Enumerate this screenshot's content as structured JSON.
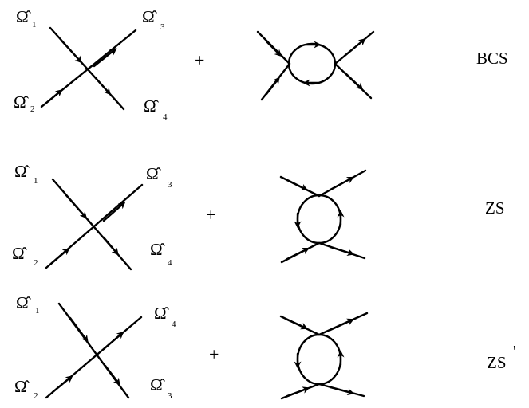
{
  "rows": [
    {
      "id": "bcs",
      "vertex_labels": {
        "top_left": "Ω̂",
        "top_left_sub": "1",
        "top_right": "Ω̂",
        "top_right_sub": "3",
        "bottom_left": "Ω̂",
        "bottom_left_sub": "2",
        "bottom_right": "Ω̂",
        "bottom_right_sub": "4"
      },
      "plus": "+",
      "channel": "BCS"
    },
    {
      "id": "zs",
      "vertex_labels": {
        "top_left": "Ω̂",
        "top_left_sub": "1",
        "top_right": "Ω̂",
        "top_right_sub": "3",
        "bottom_left": "Ω̂",
        "bottom_left_sub": "2",
        "bottom_right": "Ω̂",
        "bottom_right_sub": "4"
      },
      "plus": "+",
      "channel": "ZS"
    },
    {
      "id": "zs-prime",
      "vertex_labels": {
        "top_left": "Ω̂",
        "top_left_sub": "1",
        "top_right": "Ω̂",
        "top_right_sub": "4",
        "bottom_left": "Ω̂",
        "bottom_left_sub": "2",
        "bottom_right": "Ω̂",
        "bottom_right_sub": "3"
      },
      "plus": "+",
      "channel": "ZS",
      "channel_prime": "'"
    }
  ]
}
